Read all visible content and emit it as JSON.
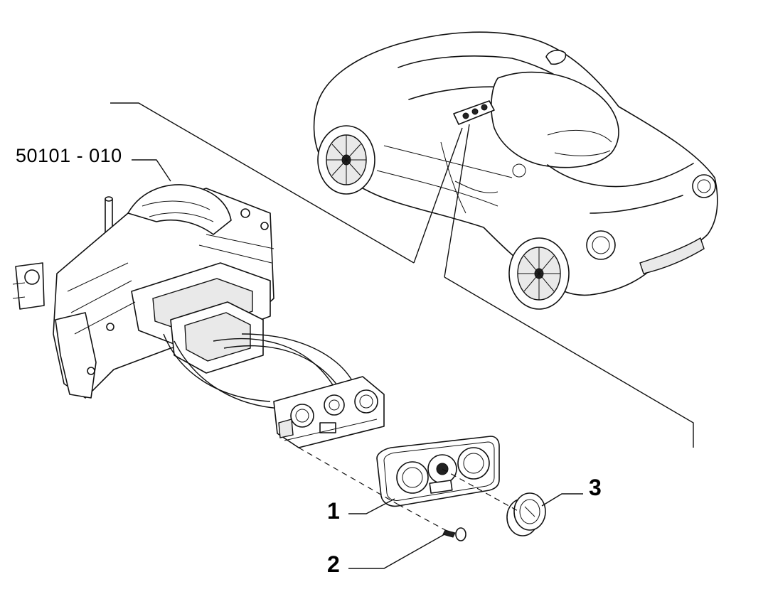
{
  "labels": {
    "reference": "50101 - 010",
    "part1": "1",
    "part2": "2",
    "part3": "3"
  },
  "colors": {
    "line": "#111111",
    "background": "#ffffff"
  }
}
